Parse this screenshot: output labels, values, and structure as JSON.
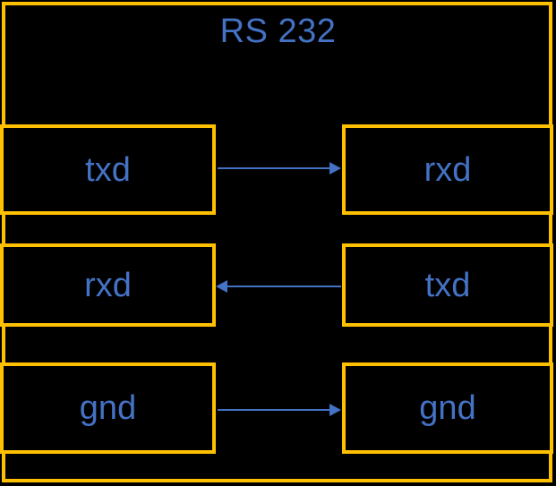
{
  "diagram": {
    "title": "RS 232",
    "rows": [
      {
        "left_label": "txd",
        "right_label": "rxd",
        "arrow_direction": "right"
      },
      {
        "left_label": "rxd",
        "right_label": "txd",
        "arrow_direction": "left"
      },
      {
        "left_label": "gnd",
        "right_label": "gnd",
        "arrow_direction": "right"
      }
    ],
    "colors": {
      "background": "#000000",
      "box_border": "#FFC000",
      "label_text": "#4472C4",
      "arrow": "#4472C4"
    }
  }
}
